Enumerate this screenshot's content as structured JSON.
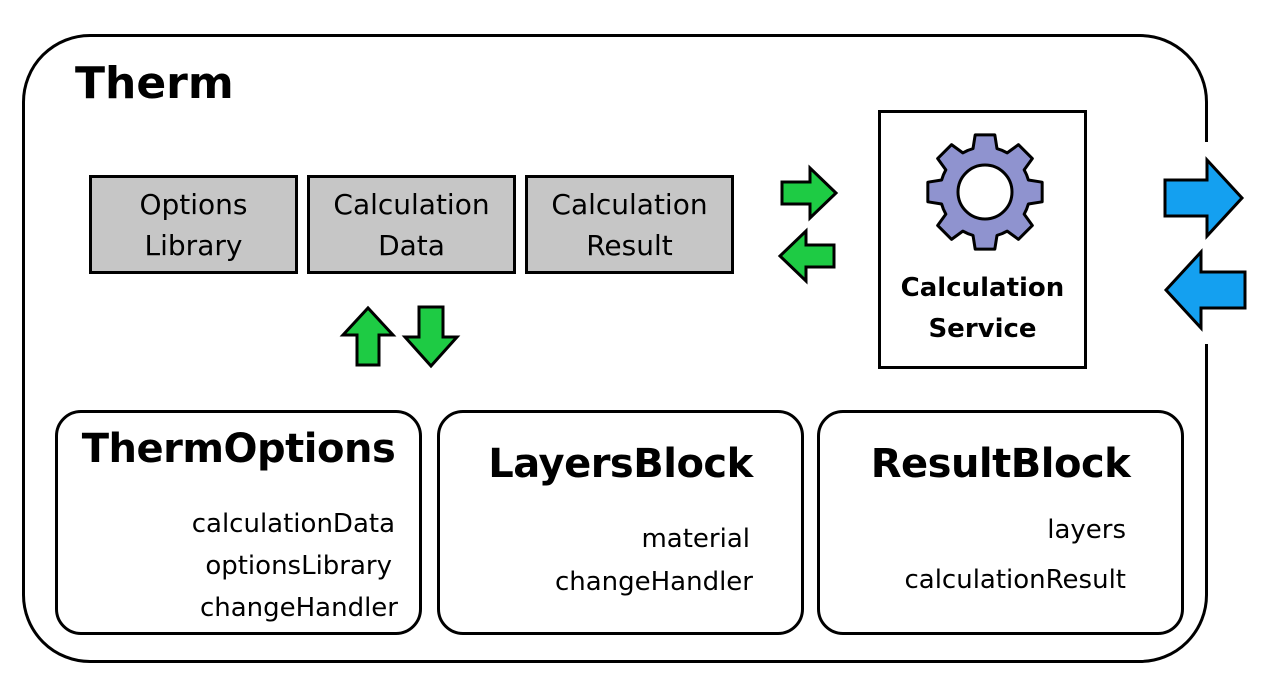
{
  "container": {
    "title": "Therm"
  },
  "data_boxes": [
    {
      "label": "Options\nLibrary"
    },
    {
      "label": "Calculation\nData"
    },
    {
      "label": "Calculation\nResult"
    }
  ],
  "service": {
    "label": "Calculation\nService",
    "icon": "gear-icon"
  },
  "blocks": [
    {
      "title": "ThermOptions",
      "props": [
        "calculationData",
        "optionsLibrary",
        "changeHandler"
      ]
    },
    {
      "title": "LayersBlock",
      "props": [
        "material",
        "changeHandler"
      ]
    },
    {
      "title": "ResultBlock",
      "props": [
        "layers",
        "calculationResult"
      ]
    }
  ],
  "colors": {
    "grey_box": "#c6c6c6",
    "green_arrow": "#1ecb44",
    "blue_arrow": "#14a0f0",
    "gear": "#8f93cf"
  }
}
